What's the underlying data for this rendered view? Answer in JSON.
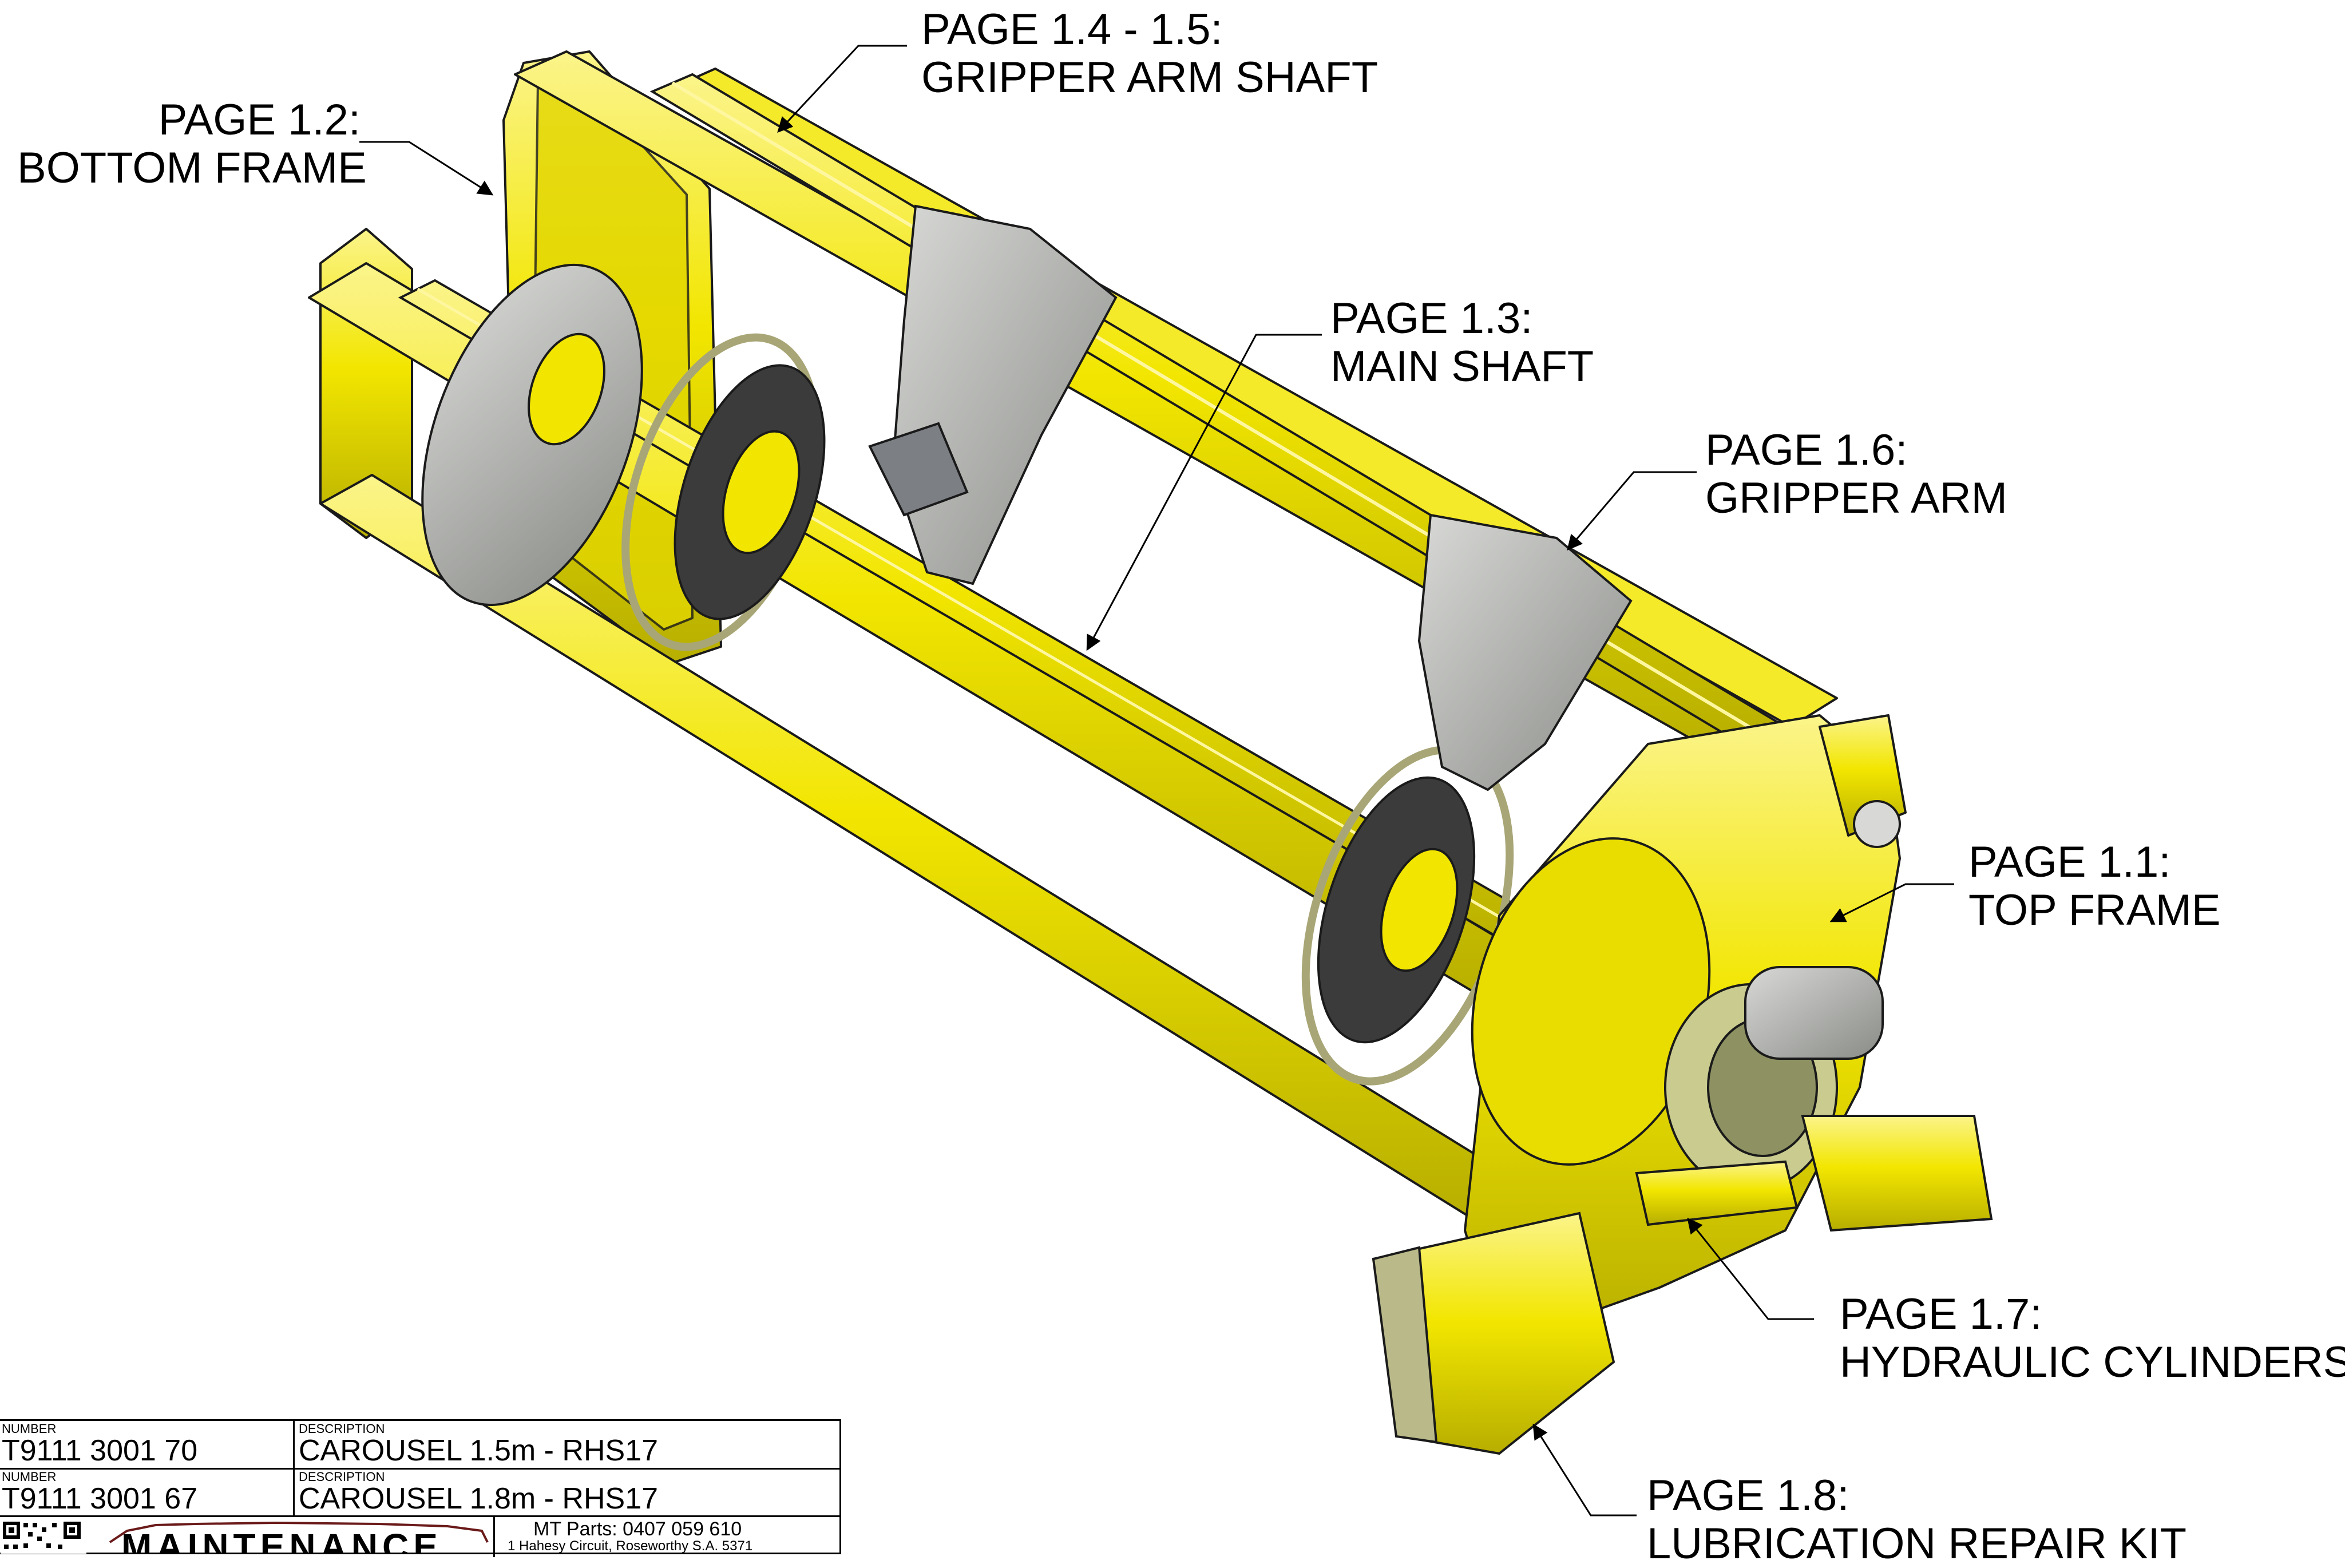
{
  "callouts": {
    "gripper_arm_shaft": {
      "page": "PAGE 1.4 - 1.5:",
      "name": "GRIPPER ARM SHAFT"
    },
    "bottom_frame": {
      "page": "PAGE 1.2:",
      "name": "BOTTOM FRAME"
    },
    "main_shaft": {
      "page": "PAGE 1.3:",
      "name": "MAIN SHAFT"
    },
    "gripper_arm": {
      "page": "PAGE 1.6:",
      "name": "GRIPPER ARM"
    },
    "top_frame": {
      "page": "PAGE 1.1:",
      "name": "TOP FRAME"
    },
    "hydraulic_cylinders": {
      "page": "PAGE 1.7:",
      "name": "HYDRAULIC CYLINDERS"
    },
    "lubrication_repair_kit": {
      "page": "PAGE 1.8:",
      "name": "LUBRICATION REPAIR KIT"
    }
  },
  "title_block": {
    "rows": [
      {
        "number_caption": "NUMBER",
        "number": "T9111 3001 70",
        "description_caption": "DESCRIPTION",
        "description": "CAROUSEL 1.5m - RHS17"
      },
      {
        "number_caption": "NUMBER",
        "number": "T9111 3001 67",
        "description_caption": "DESCRIPTION",
        "description": "CAROUSEL 1.8m - RHS17"
      }
    ],
    "contact": {
      "phone": "MT Parts: 0407 059 610",
      "address": "1 Hahesy Circuit, Roseworthy S.A. 5371"
    },
    "logo_text": "MAINTENANCE"
  },
  "colors": {
    "frame_yellow": "#f2e600",
    "frame_shadow": "#b7ae00",
    "frame_highlight": "#fbf48a",
    "steel_grey": "#9a9c98",
    "dark_rubber": "#3b3b3b",
    "outline": "#1a1a1a"
  },
  "icons": [
    "qr-code-icon",
    "maintenance-logo"
  ]
}
